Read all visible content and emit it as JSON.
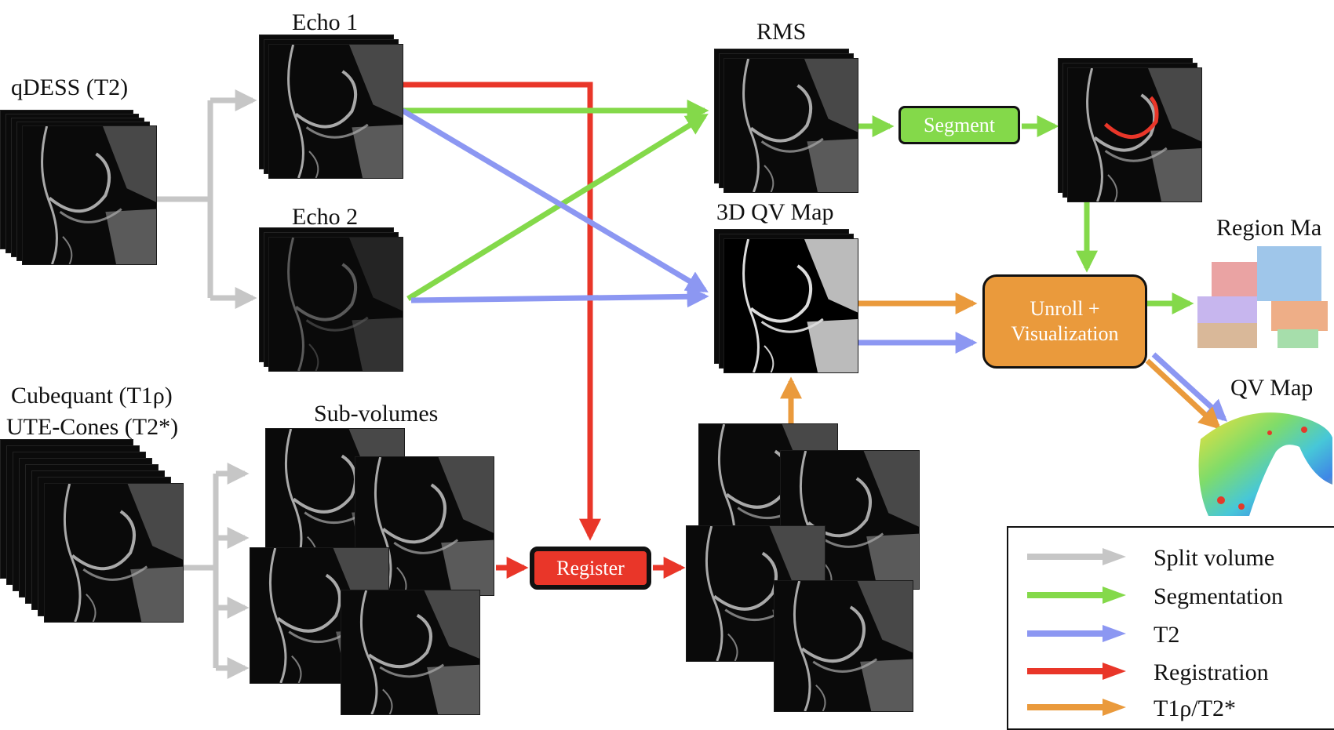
{
  "labels": {
    "qdess": "qDESS (T2)",
    "echo1": "Echo 1",
    "echo2": "Echo 2",
    "rms": "RMS",
    "qvmap3d": "3D QV Map",
    "cubequant": "Cubequant (T1ρ)",
    "utecones": "UTE-Cones (T2*)",
    "subvolumes": "Sub-volumes",
    "region_map": "Region Ma",
    "qv_map": "QV Map"
  },
  "nodes": {
    "segment": "Segment",
    "register": "Register",
    "unroll_line1": "Unroll +",
    "unroll_line2": "Visualization"
  },
  "legend": [
    {
      "label": "Split volume",
      "color": "#c6c6c6"
    },
    {
      "label": "Segmentation",
      "color": "#84d94a"
    },
    {
      "label": "T2",
      "color": "#8c97f2"
    },
    {
      "label": "Registration",
      "color": "#e93629"
    },
    {
      "label": "T1ρ/T2*",
      "color": "#ea9a3c"
    }
  ],
  "colors": {
    "split": "#c6c6c6",
    "segmentation": "#84d94a",
    "t2": "#8c97f2",
    "registration": "#e93629",
    "quant": "#ea9a3c",
    "segment_box": "#84d94a",
    "register_box": "#e93629",
    "unroll_box": "#ea9a3c"
  }
}
